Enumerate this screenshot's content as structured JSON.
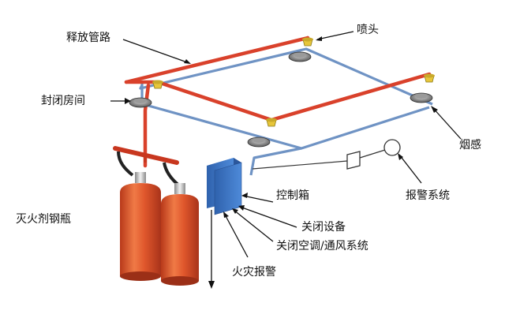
{
  "labels": {
    "release_pipe": "释放管路",
    "nozzle": "喷头",
    "sealed_room": "封闭房间",
    "smoke_sensor": "烟感",
    "control_box": "控制箱",
    "alarm_system": "报警系统",
    "agent_cylinders": "灭火剂钢瓶",
    "close_equipment": "关闭设备",
    "close_hvac": "关闭空调/通风系统",
    "fire_alarm": "火灾报警"
  },
  "colors": {
    "release_pipe": "#d9412b",
    "sensor_line": "#6f93c4",
    "cylinder": "#e0572c",
    "control_box": "#3f78c8",
    "nozzle": "#e7c63a"
  }
}
